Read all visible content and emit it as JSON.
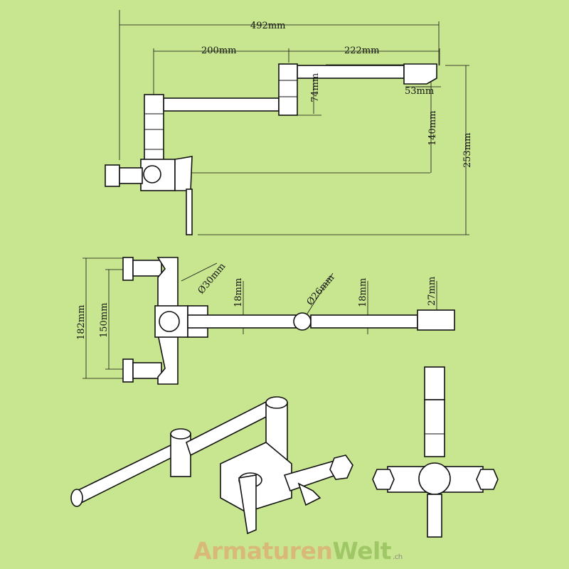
{
  "dimensions": {
    "overall_width": "492mm",
    "arm_segment_1": "200mm",
    "arm_segment_2": "222mm",
    "joint_height": "74mm",
    "spout_length": "53mm",
    "spout_height": "140mm",
    "overall_height": "253mm",
    "inlet_spacing_max": "182mm",
    "inlet_spacing_min": "150mm",
    "body_diameter": "Ø30mm",
    "joint_diameter": "Ø26mm",
    "arm_diameter_1": "18mm",
    "arm_diameter_2": "18mm",
    "spout_diameter": "27mm"
  },
  "logo": {
    "part1": "Armaturen",
    "part2": "Welt",
    "suffix": ".ch"
  },
  "colors": {
    "background": "#c8e690",
    "line": "#111111",
    "logo_primary": "#d8b978",
    "logo_secondary": "#9fc766"
  }
}
